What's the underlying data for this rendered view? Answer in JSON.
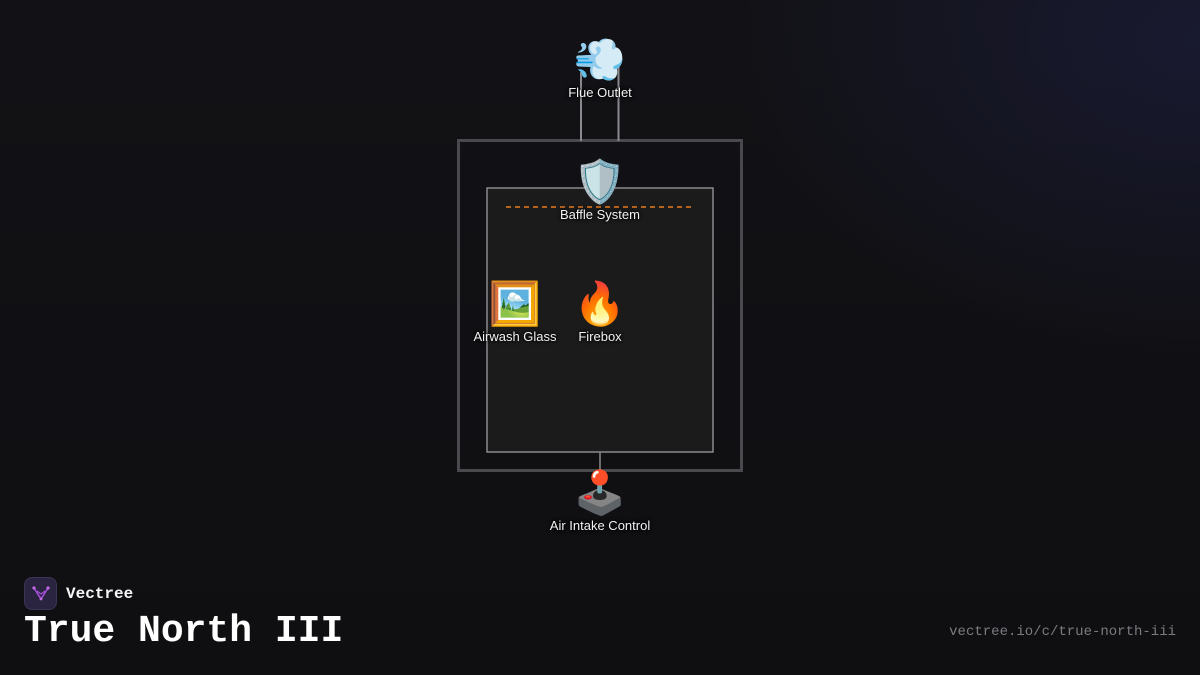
{
  "diagram": {
    "nodes": {
      "flue_outlet": {
        "icon": "💨",
        "icon_name": "wind-icon",
        "label": "Flue Outlet"
      },
      "baffle_system": {
        "icon": "🛡️",
        "icon_name": "shield-icon",
        "label": "Baffle System"
      },
      "airwash_glass": {
        "icon": "🖼️",
        "icon_name": "framed-picture-icon",
        "label": "Airwash Glass"
      },
      "firebox": {
        "icon": "🔥",
        "icon_name": "fire-icon",
        "label": "Firebox"
      },
      "air_intake_control": {
        "icon": "🕹️",
        "icon_name": "joystick-icon",
        "label": "Air Intake Control"
      }
    },
    "colors": {
      "outer_frame": "#4a4a4e",
      "inner_box": "#1b1b1c",
      "inner_border": "#8a8a8e",
      "baffle_line": "#e87a1e",
      "connector": "#8a8a8e"
    }
  },
  "footer": {
    "brand_name": "Vectree",
    "brand_icon": "vectree-logo-icon",
    "title": "True North III",
    "url": "vectree.io/c/true-north-iii"
  }
}
